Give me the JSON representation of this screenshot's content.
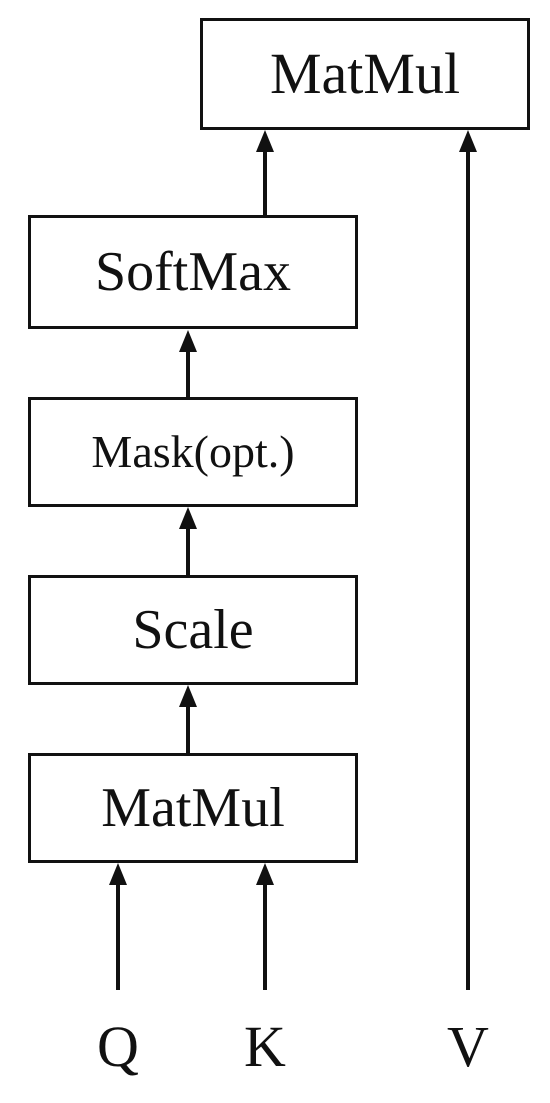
{
  "diagram": {
    "nodes": {
      "matmul_top": "MatMul",
      "softmax": "SoftMax",
      "mask": "Mask(opt.)",
      "scale": "Scale",
      "matmul_bottom": "MatMul"
    },
    "inputs": {
      "q": "Q",
      "k": "K",
      "v": "V"
    },
    "edges": [
      {
        "from": "Q",
        "to": "MatMul (bottom)"
      },
      {
        "from": "K",
        "to": "MatMul (bottom)"
      },
      {
        "from": "MatMul (bottom)",
        "to": "Scale"
      },
      {
        "from": "Scale",
        "to": "Mask(opt.)"
      },
      {
        "from": "Mask(opt.)",
        "to": "SoftMax"
      },
      {
        "from": "SoftMax",
        "to": "MatMul (top)"
      },
      {
        "from": "V",
        "to": "MatMul (top)"
      }
    ],
    "colors": {
      "stroke": "#111111",
      "background": "#ffffff"
    }
  }
}
